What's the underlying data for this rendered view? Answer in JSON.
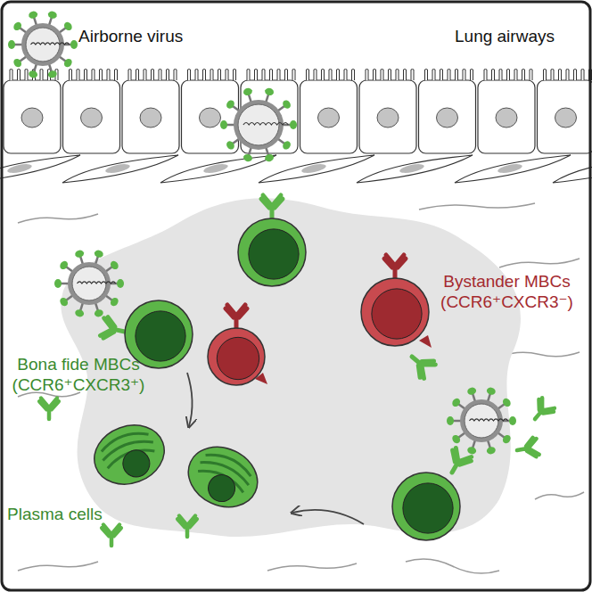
{
  "diagram": {
    "labels": [
      "Airborne virus",
      "Lung airways",
      "Bystander MBCs (CCR6⁺CXCR3⁻)",
      "Bona fide MBCs (CCR6⁺CXCR3⁺)",
      "Plasma cells"
    ]
  }
}
